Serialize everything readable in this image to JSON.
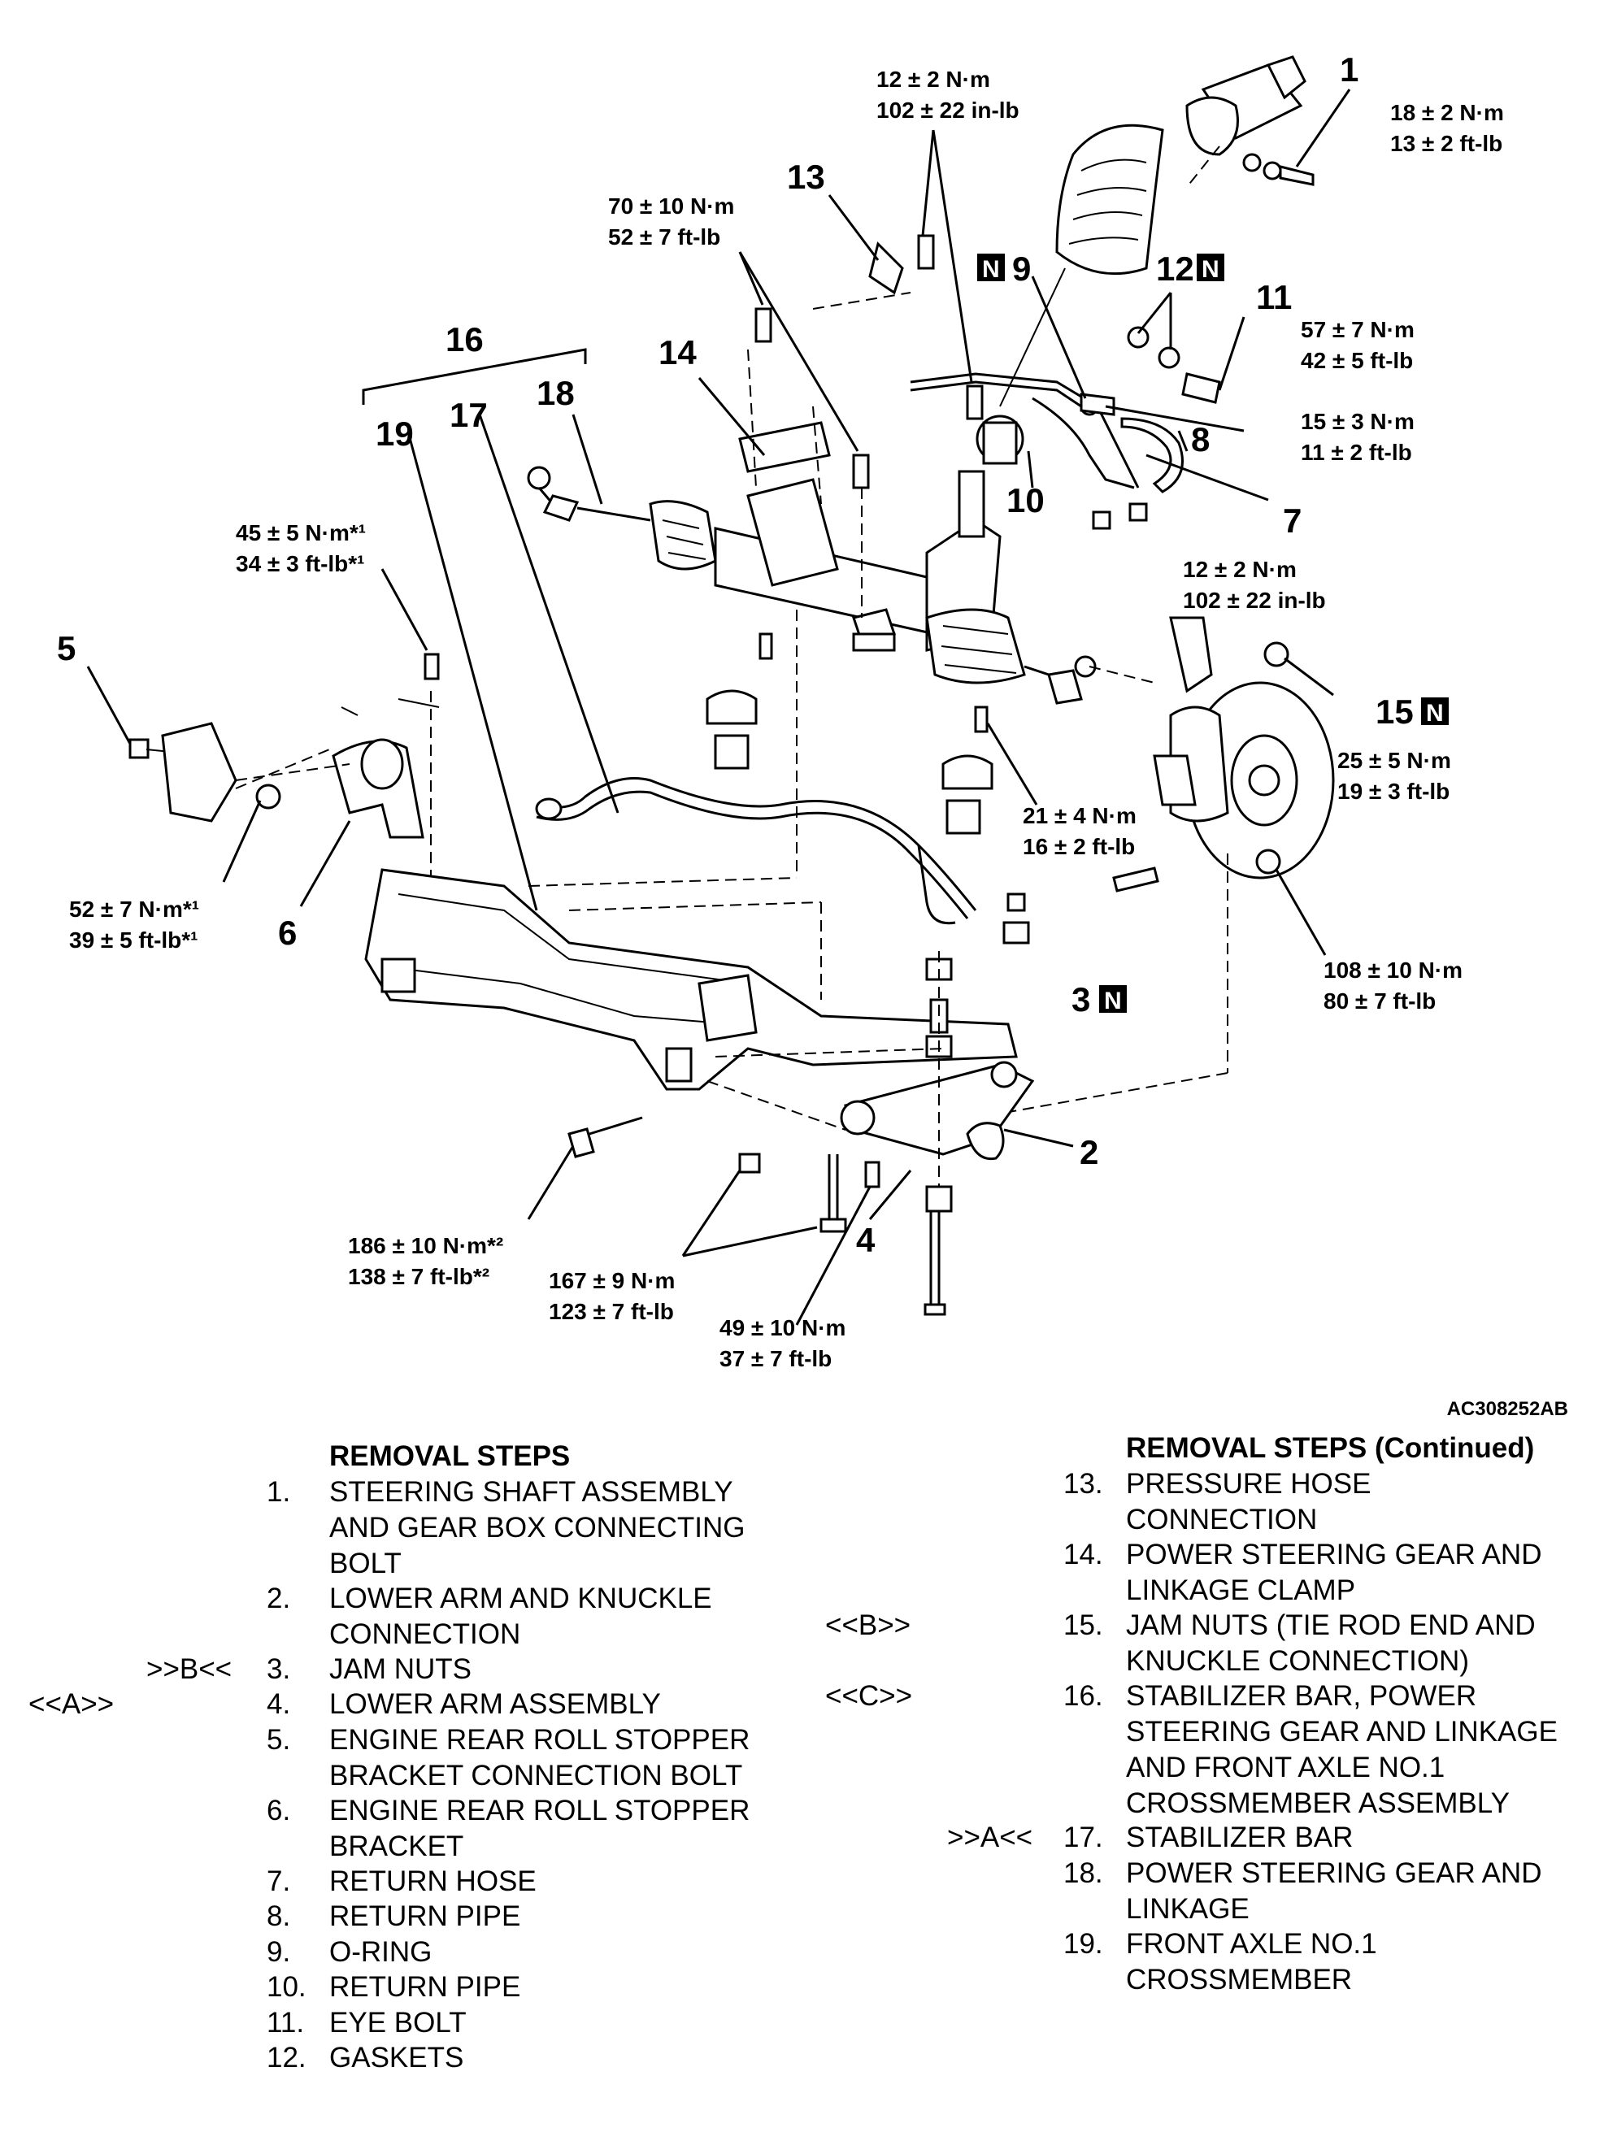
{
  "figure_code": "AC308252AB",
  "callouts": [
    {
      "id": "c1",
      "num": "1"
    },
    {
      "id": "c2",
      "num": "2"
    },
    {
      "id": "c3",
      "num": "3",
      "n_badge": "N"
    },
    {
      "id": "c4",
      "num": "4"
    },
    {
      "id": "c5",
      "num": "5"
    },
    {
      "id": "c6",
      "num": "6"
    },
    {
      "id": "c7",
      "num": "7"
    },
    {
      "id": "c8",
      "num": "8"
    },
    {
      "id": "c9",
      "num": "9",
      "n_badge": "N"
    },
    {
      "id": "c10",
      "num": "10"
    },
    {
      "id": "c11",
      "num": "11"
    },
    {
      "id": "c12",
      "num": "12",
      "n_badge": "N"
    },
    {
      "id": "c13",
      "num": "13"
    },
    {
      "id": "c14",
      "num": "14"
    },
    {
      "id": "c15",
      "num": "15",
      "n_badge": "N"
    },
    {
      "id": "c16",
      "num": "16"
    },
    {
      "id": "c17",
      "num": "17"
    },
    {
      "id": "c18",
      "num": "18"
    },
    {
      "id": "c19",
      "num": "19"
    }
  ],
  "torques": [
    {
      "id": "t1",
      "l1": "12 ± 2 N·m",
      "l2": "102 ± 22 in-lb"
    },
    {
      "id": "t2",
      "l1": "18 ± 2 N·m",
      "l2": "13 ± 2 ft-lb"
    },
    {
      "id": "t3",
      "l1": "70 ± 10 N·m",
      "l2": "52 ± 7 ft-lb"
    },
    {
      "id": "t4",
      "l1": "57 ± 7 N·m",
      "l2": "42 ± 5 ft-lb"
    },
    {
      "id": "t5",
      "l1": "15 ± 3 N·m",
      "l2": "11 ± 2 ft-lb"
    },
    {
      "id": "t6",
      "l1": "45 ± 5 N·m*¹",
      "l2": "34 ± 3 ft-lb*¹"
    },
    {
      "id": "t7",
      "l1": "12 ± 2 N·m",
      "l2": "102 ± 22 in-lb"
    },
    {
      "id": "t8",
      "l1": "25 ± 5 N·m",
      "l2": "19 ± 3 ft-lb"
    },
    {
      "id": "t9",
      "l1": "21 ± 4 N·m",
      "l2": "16 ± 2 ft-lb"
    },
    {
      "id": "t10",
      "l1": "52 ± 7 N·m*¹",
      "l2": "39 ± 5 ft-lb*¹"
    },
    {
      "id": "t11",
      "l1": "108 ± 10 N·m",
      "l2": "80 ± 7 ft-lb"
    },
    {
      "id": "t12",
      "l1": "186 ± 10 N·m*²",
      "l2": "138 ± 7 ft-lb*²"
    },
    {
      "id": "t13",
      "l1": "167 ± 9 N·m",
      "l2": "123 ± 7 ft-lb"
    },
    {
      "id": "t14",
      "l1": "49 ± 10 N·m",
      "l2": "37 ± 7 ft-lb"
    }
  ],
  "removal_steps": {
    "title": "REMOVAL STEPS",
    "title_continued": "REMOVAL STEPS (Continued)",
    "left": [
      {
        "num": "1.",
        "mark": "",
        "text": "STEERING SHAFT ASSEMBLY\nAND GEAR BOX CONNECTING\nBOLT"
      },
      {
        "num": "2.",
        "mark": "",
        "text": "LOWER ARM AND KNUCKLE\nCONNECTION"
      },
      {
        "num": "3.",
        "mark": ">>B<<",
        "text": "JAM NUTS"
      },
      {
        "num": "4.",
        "mark": "<<A>>",
        "text": "LOWER ARM ASSEMBLY"
      },
      {
        "num": "5.",
        "mark": "",
        "text": "ENGINE REAR ROLL STOPPER\nBRACKET CONNECTION BOLT"
      },
      {
        "num": "6.",
        "mark": "",
        "text": "ENGINE REAR ROLL STOPPER\nBRACKET"
      },
      {
        "num": "7.",
        "mark": "",
        "text": "RETURN HOSE"
      },
      {
        "num": "8.",
        "mark": "",
        "text": "RETURN PIPE"
      },
      {
        "num": "9.",
        "mark": "",
        "text": "O-RING"
      },
      {
        "num": "10.",
        "mark": "",
        "text": "RETURN PIPE"
      },
      {
        "num": "11.",
        "mark": "",
        "text": "EYE BOLT"
      },
      {
        "num": "12.",
        "mark": "",
        "text": "GASKETS"
      }
    ],
    "right": [
      {
        "num": "13.",
        "mark": "",
        "text": "PRESSURE HOSE\nCONNECTION"
      },
      {
        "num": "14.",
        "mark": "",
        "text": "POWER STEERING GEAR AND\nLINKAGE CLAMP"
      },
      {
        "num": "15.",
        "mark": "<<B>>",
        "text": "JAM NUTS (TIE ROD END AND\nKNUCKLE CONNECTION)"
      },
      {
        "num": "16.",
        "mark": "<<C>>",
        "text": "STABILIZER BAR, POWER\nSTEERING GEAR AND LINKAGE\nAND FRONT AXLE NO.1\nCROSSMEMBER ASSEMBLY"
      },
      {
        "num": "17.",
        "mark": ">>A<<",
        "text": "STABILIZER BAR"
      },
      {
        "num": "18.",
        "mark": "",
        "text": "POWER STEERING GEAR AND\nLINKAGE"
      },
      {
        "num": "19.",
        "mark": "",
        "text": "FRONT AXLE NO.1\nCROSSMEMBER"
      }
    ]
  }
}
